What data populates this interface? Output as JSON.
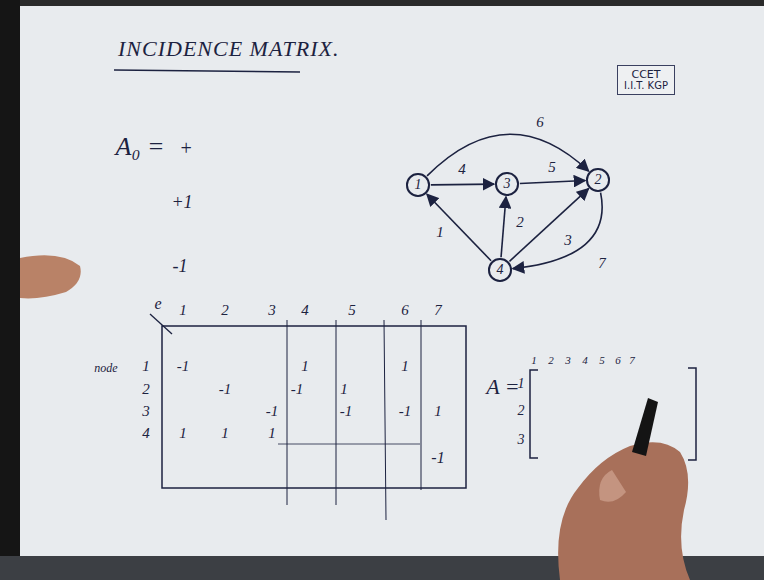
{
  "diagram": {
    "title": "INCIDENCE MATRIX.",
    "nodes": [
      {
        "text": [
          "CCET",
          "I.I.T. KGP"
        ]
      },
      {
        "text": [
          "1"
        ]
      },
      {
        "text": [
          "2"
        ]
      },
      {
        "text": [
          "3"
        ]
      },
      {
        "text": [
          "4"
        ]
      }
    ],
    "edges": [
      {
        "from": 4,
        "to": 1,
        "arrow": "to",
        "label": "1"
      },
      {
        "from": 4,
        "to": 3,
        "arrow": "to",
        "label": "2"
      },
      {
        "from": 4,
        "to": 2,
        "arrow": "to",
        "label": "3"
      },
      {
        "from": 1,
        "to": 3,
        "arrow": "to",
        "label": "4"
      },
      {
        "from": 3,
        "to": 2,
        "arrow": "to",
        "label": "5"
      },
      {
        "from": 1,
        "to": 2,
        "arrow": "to",
        "label": "6"
      },
      {
        "from": 2,
        "to": 4,
        "arrow": "to",
        "label": "7"
      }
    ],
    "labels": [
      "A₀ =",
      "+",
      "+1",
      "-1",
      "e",
      "1",
      "2",
      "3",
      "4",
      "5",
      "6",
      "7",
      "node",
      "1",
      "2",
      "3",
      "4",
      "-1",
      "1",
      "1",
      "-1",
      "-1",
      "1",
      "-1",
      "-1",
      "-1",
      "1",
      "1",
      "1",
      "1",
      "-1",
      "A =",
      "1",
      "2",
      "3",
      "4",
      "5",
      "6",
      "7",
      "1",
      "2",
      "3"
    ]
  }
}
